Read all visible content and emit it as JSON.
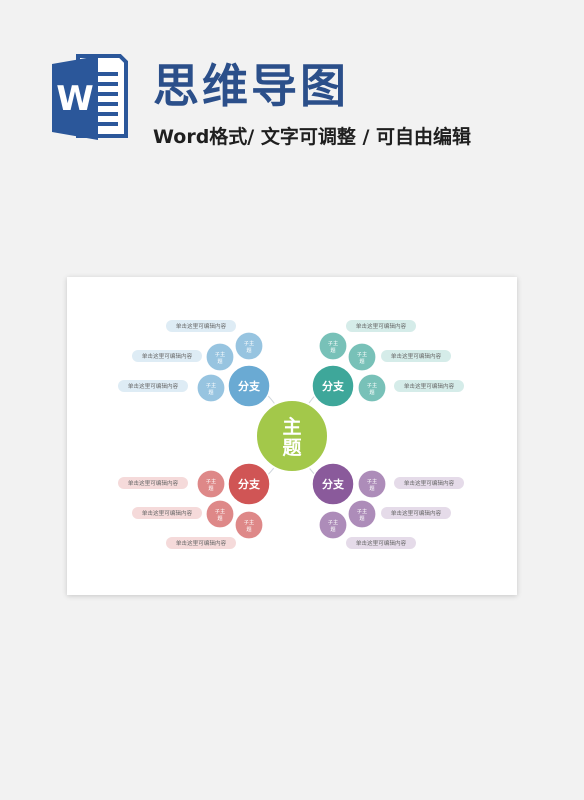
{
  "header": {
    "title": "思维导图",
    "subtitle": "Word格式/ 文字可调整 / 可自由编辑",
    "logo_letter": "W",
    "logo_icon": "word-document-icon"
  },
  "colors": {
    "title": "#2b4f8a",
    "center": "#a3c84a",
    "blue": "#6aaad3",
    "teal": "#3ea79a",
    "red": "#d05555",
    "purple": "#8a5a9b"
  },
  "mindmap": {
    "center": "主题",
    "branches": [
      {
        "key": "blue",
        "label": "分支",
        "subtopics": [
          "子主题",
          "子主题",
          "子主题"
        ],
        "notes": [
          "单击这里可编辑内容",
          "单击这里可编辑内容",
          "单击这里可编辑内容"
        ]
      },
      {
        "key": "teal",
        "label": "分支",
        "subtopics": [
          "子主题",
          "子主题",
          "子主题"
        ],
        "notes": [
          "单击这里可编辑内容",
          "单击这里可编辑内容",
          "单击这里可编辑内容"
        ]
      },
      {
        "key": "red",
        "label": "分支",
        "subtopics": [
          "子主题",
          "子主题",
          "子主题"
        ],
        "notes": [
          "单击这里可编辑内容",
          "单击这里可编辑内容",
          "单击这里可编辑内容"
        ]
      },
      {
        "key": "purple",
        "label": "分支",
        "subtopics": [
          "子主题",
          "子主题",
          "子主题"
        ],
        "notes": [
          "单击这里可编辑内容",
          "单击这里可编辑内容",
          "单击这里可编辑内容"
        ]
      }
    ]
  }
}
